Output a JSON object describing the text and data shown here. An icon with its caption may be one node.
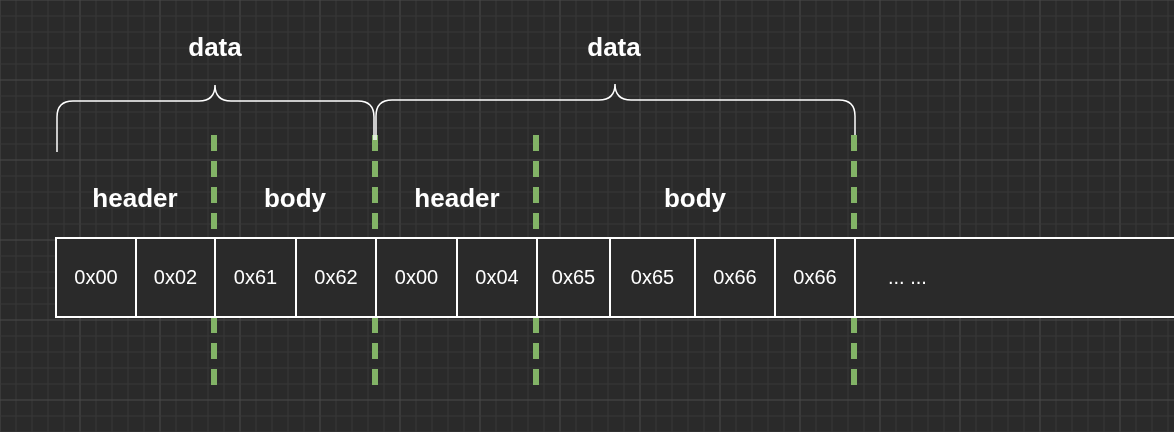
{
  "diagram": {
    "nodes": [
      {
        "text": [
          "0x00"
        ]
      },
      {
        "text": [
          "0x02"
        ]
      },
      {
        "text": [
          "0x61"
        ]
      },
      {
        "text": [
          "0x62"
        ]
      },
      {
        "text": [
          "0x00"
        ]
      },
      {
        "text": [
          "0x04"
        ]
      },
      {
        "text": [
          "0x65"
        ]
      },
      {
        "text": [
          "0x65"
        ]
      },
      {
        "text": [
          "0x66"
        ]
      },
      {
        "text": [
          "0x66"
        ]
      },
      {
        "text": [
          "... ..."
        ]
      }
    ],
    "labels": [
      "data",
      "data",
      "header",
      "body",
      "header",
      "body"
    ]
  }
}
